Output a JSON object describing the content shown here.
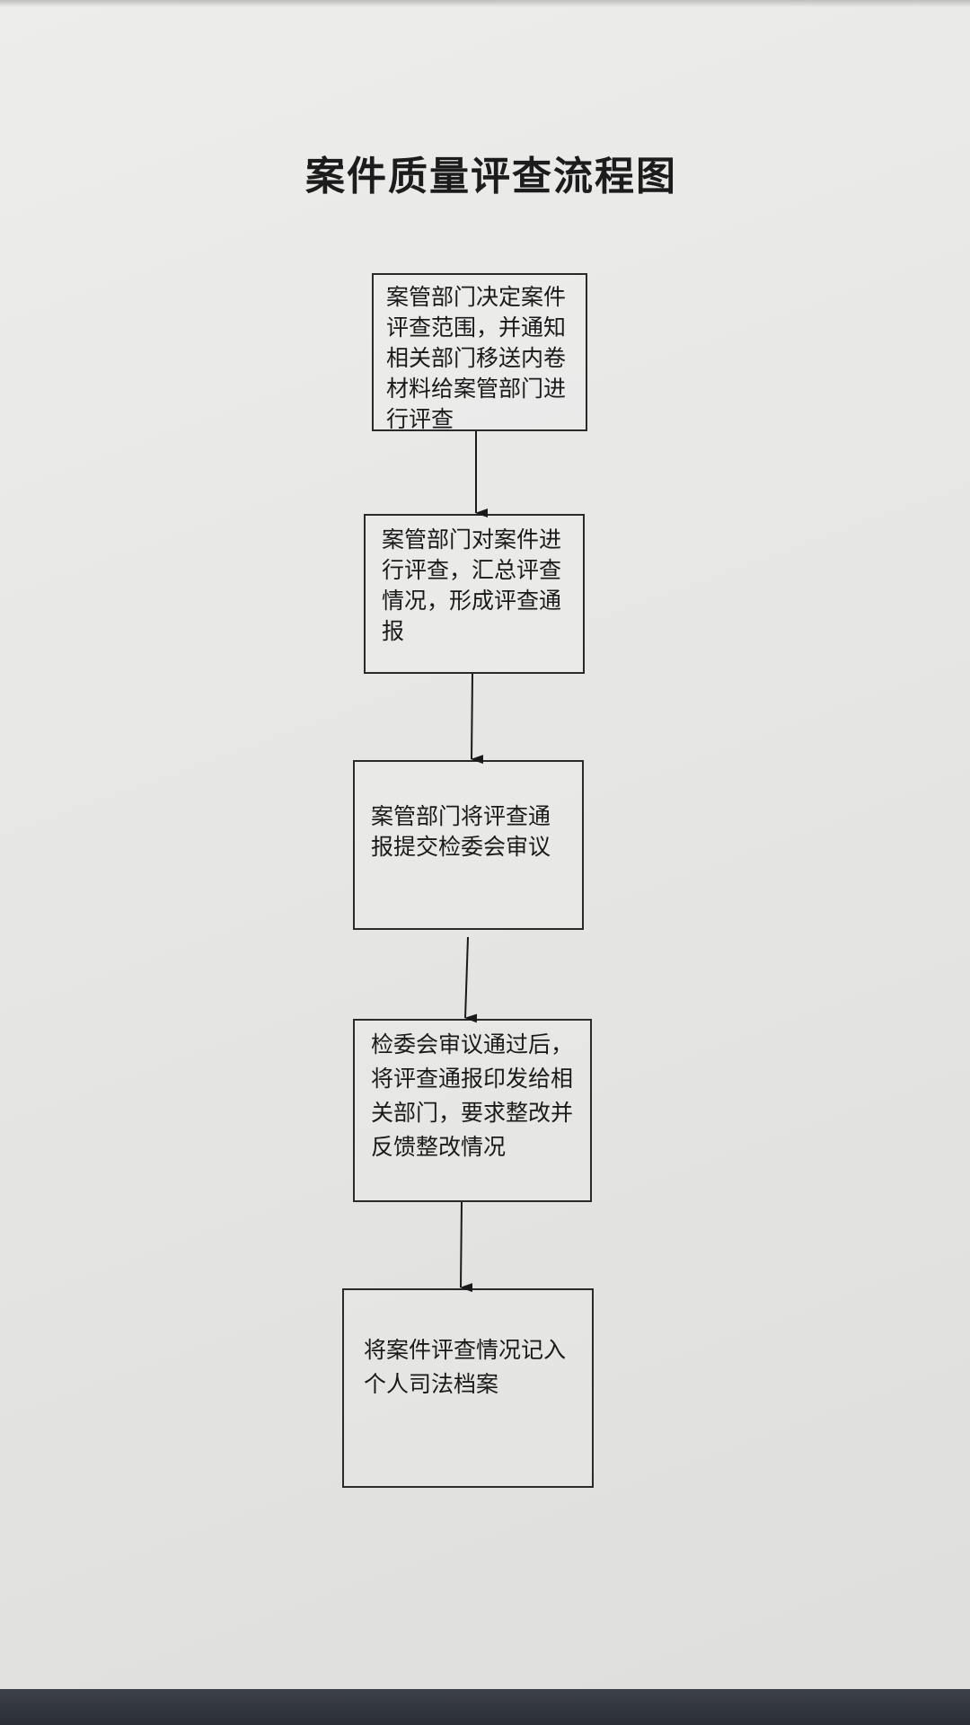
{
  "title": "案件质量评查流程图",
  "steps": [
    {
      "text": "案管部门决定案件评查范围，并通知相关部门移送内卷材料给案管部门进行评查"
    },
    {
      "text": "案管部门对案件进行评查，汇总评查情况，形成评查通报"
    },
    {
      "text": "案管部门将评查通报提交检委会审议"
    },
    {
      "text": "检委会审议通过后，将评查通报印发给相关部门，要求整改并反馈整改情况"
    },
    {
      "text": "将案件评查情况记入个人司法档案"
    }
  ],
  "colors": {
    "paper": "#e9e9e7",
    "ink": "#1a1a1a"
  }
}
